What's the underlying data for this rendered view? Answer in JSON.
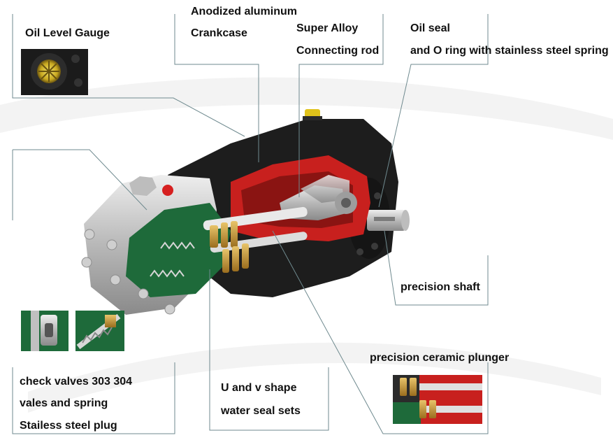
{
  "labels": {
    "oil_level_gauge": "Oil Level Gauge",
    "crankcase_line1": "Anodized aluminum",
    "crankcase_line2": "Crankcase",
    "connecting_rod_line1": "Super Alloy",
    "connecting_rod_line2": "Connecting rod",
    "oil_seal_line1": "Oil seal",
    "oil_seal_line2": "and O ring with stainless steel spring",
    "precision_shaft": "precision shaft",
    "ceramic_plunger": "precision ceramic plunger",
    "check_valves_line1": "check valves 303 304",
    "check_valves_line2": "vales and spring",
    "check_valves_line3": "Stailess steel plug",
    "water_seal_line1": "U and v shape",
    "water_seal_line2": "water seal sets"
  },
  "colors": {
    "pump_body": "#1d1d1d",
    "crankcase_red": "#c8201e",
    "green_cutaway": "#1e6a3a",
    "steel": "#c9c9c9",
    "brass": "#c99a3a",
    "leader_line": "#6f8a8f"
  },
  "icons": {
    "oil_gauge": "oil-sight-glass-icon"
  }
}
